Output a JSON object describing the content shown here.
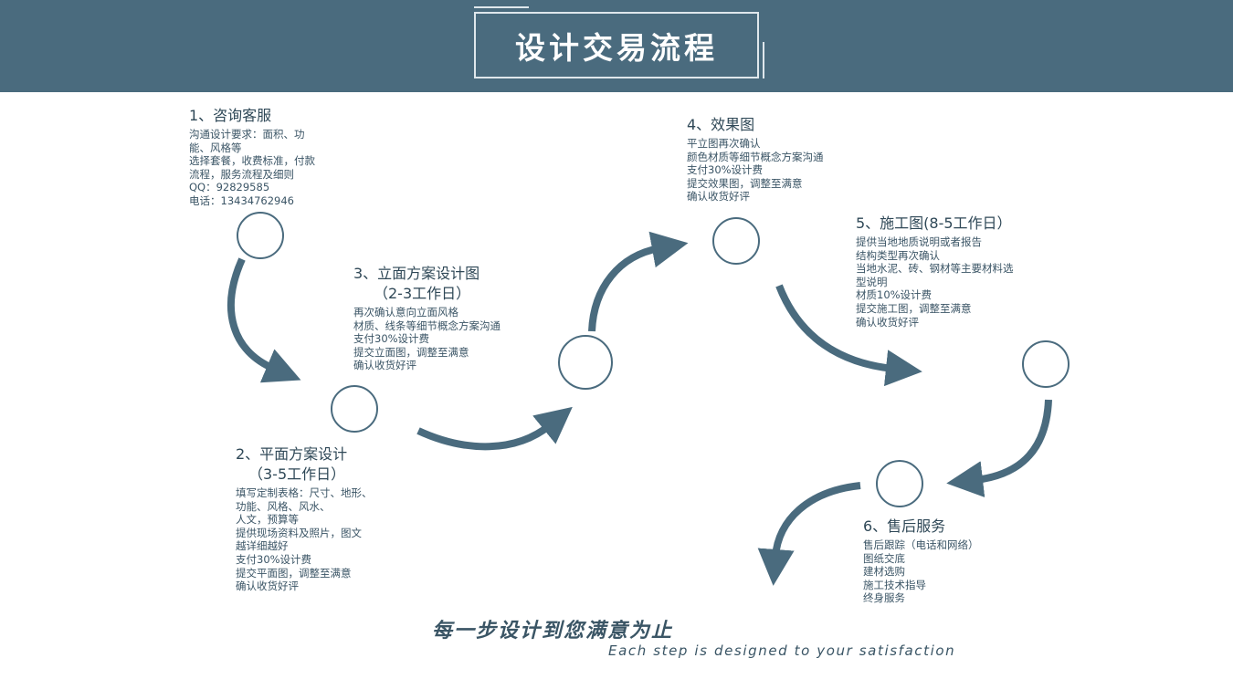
{
  "header": {
    "title": "设计交易流程"
  },
  "steps": [
    {
      "heading": "1、咨询客服",
      "sub": "",
      "lines": [
        "沟通设计要求：面积、功",
        "能、风格等",
        "选择套餐，收费标准，付款",
        "流程，服务流程及细则",
        "QQ：92829585",
        "电话：13434762946"
      ]
    },
    {
      "heading": "2、平面方案设计",
      "sub": "（3-5工作日）",
      "lines": [
        "填写定制表格：尺寸、地形、",
        "功能、风格、风水、",
        "人文，预算等",
        "提供现场资料及照片，图文",
        "越详细越好",
        "支付30%设计费",
        "提交平面图，调整至满意",
        "确认收货好评"
      ]
    },
    {
      "heading": "3、立面方案设计图",
      "sub": "（2-3工作日）",
      "lines": [
        "再次确认意向立面风格",
        "材质、线条等细节概念方案沟通",
        "支付30%设计费",
        "提交立面图，调整至满意",
        "确认收货好评"
      ]
    },
    {
      "heading": "4、效果图",
      "sub": "",
      "lines": [
        "平立图再次确认",
        "颜色材质等细节概念方案沟通",
        "支付30%设计费",
        "提交效果图，调整至满意",
        "确认收货好评"
      ]
    },
    {
      "heading": "5、施工图(8-5工作日）",
      "sub": "",
      "lines": [
        "提供当地地质说明或者报告",
        "结构类型再次确认",
        "当地水泥、砖、钢材等主要材料选",
        "型说明",
        "材质10%设计费",
        "提交施工图，调整至满意",
        "确认收货好评"
      ]
    },
    {
      "heading": "6、售后服务",
      "sub": "",
      "lines": [
        "售后跟踪（电话和网络）",
        "图纸交底",
        "建材选购",
        "施工技术指导",
        "终身服务"
      ]
    }
  ],
  "footer": {
    "slogan": "每一步设计到您满意为止",
    "english": "Each step is designed to your satisfaction"
  },
  "colors": {
    "banner": "#4a6b7e",
    "arrow": "#4a6b7e",
    "text": "#34495a"
  }
}
